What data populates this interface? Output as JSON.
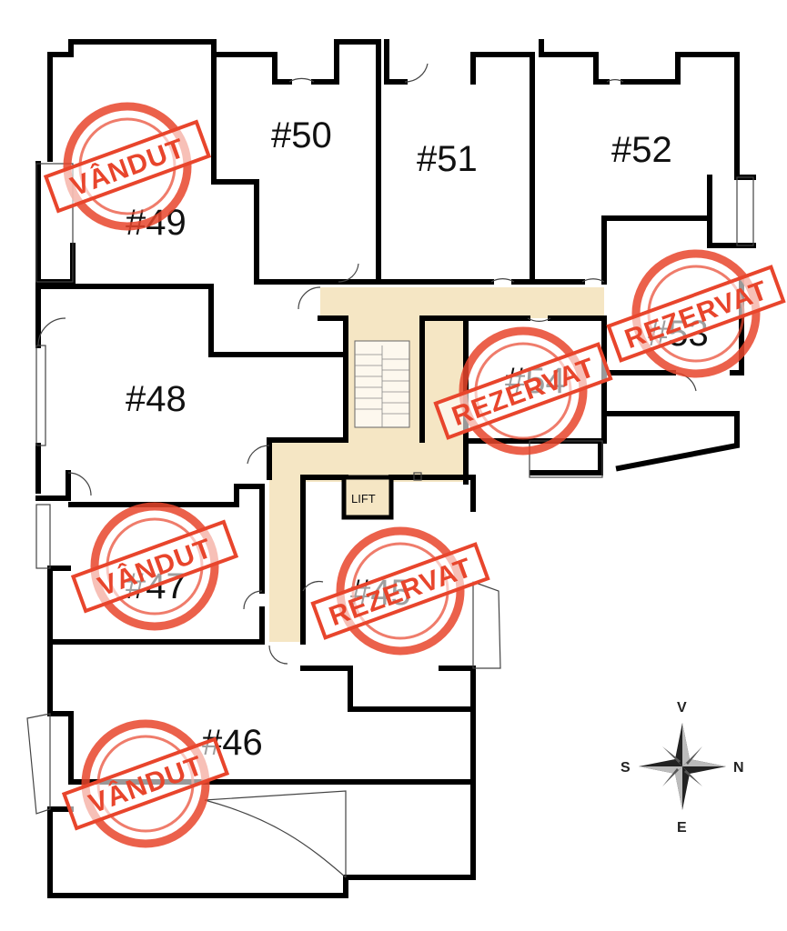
{
  "colors": {
    "wall": "#000000",
    "corridor": "#f5e6c4",
    "stamp": "#e8452c",
    "background": "#ffffff"
  },
  "rooms": {
    "r46": "#46",
    "r47": "#47",
    "r48": "#48",
    "r49": "#49",
    "r50": "#50",
    "r51": "#51",
    "r52": "#52",
    "r53": "#53",
    "r54": "#54",
    "r45": "#45"
  },
  "lift": "LIFT",
  "stamps": {
    "sold": "VÂNDUT",
    "reserved": "REZERVAT"
  },
  "compass": {
    "north": "V",
    "south": "E",
    "west": "S",
    "east": "N",
    "icon": "compass-rose-icon"
  }
}
